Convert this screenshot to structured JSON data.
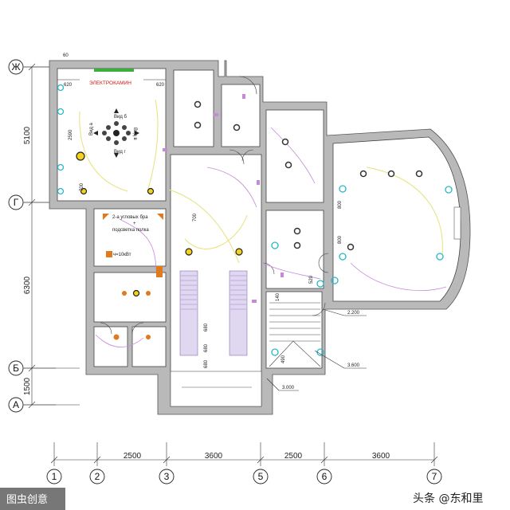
{
  "axes_rows": [
    "Ж",
    "Г",
    "Б",
    "А"
  ],
  "axes_cols": [
    "1",
    "2",
    "3",
    "5",
    "6",
    "7"
  ],
  "dims_left": [
    "5100",
    "6300",
    "1500"
  ],
  "dims_bottom": [
    "2500",
    "3600",
    "2500",
    "3600"
  ],
  "inner_dims": {
    "d60": "60",
    "d620a": "620",
    "d620b": "620",
    "d2590": "2590",
    "d700a": "700",
    "d700b": "700",
    "d800a": "800",
    "d800b": "800",
    "d680a": "680",
    "d680b": "680",
    "d680c": "680",
    "d140": "140",
    "d520": "520",
    "d490": "490"
  },
  "levels": [
    "2.200",
    "3.600",
    "3.000"
  ],
  "labels": {
    "elektrokamin": "ЭЛЕКТРОКАМИН",
    "vid_a": "Вид а",
    "vid_b": "Вид б",
    "vid_v": "Вид в",
    "vid_g": "Вид г",
    "bra_line1": "2-а угловых бра",
    "bra_line2": "+",
    "bra_line3": "подсветка полка",
    "power": "ч=10кВт"
  },
  "watermarks": {
    "left": "图虫创意",
    "right": "头条 @东和里"
  },
  "colors": {
    "wall": "#b9b9b9",
    "red_text": "#d01818",
    "cyan_fixture": "#28b6c8",
    "yellow_fixture": "#f2d21a",
    "orange_fixture": "#e07a1e",
    "wire_yellow": "#e6e27a",
    "wire_purple": "#c58ad8",
    "stair_fill": "#e0d8f0"
  }
}
